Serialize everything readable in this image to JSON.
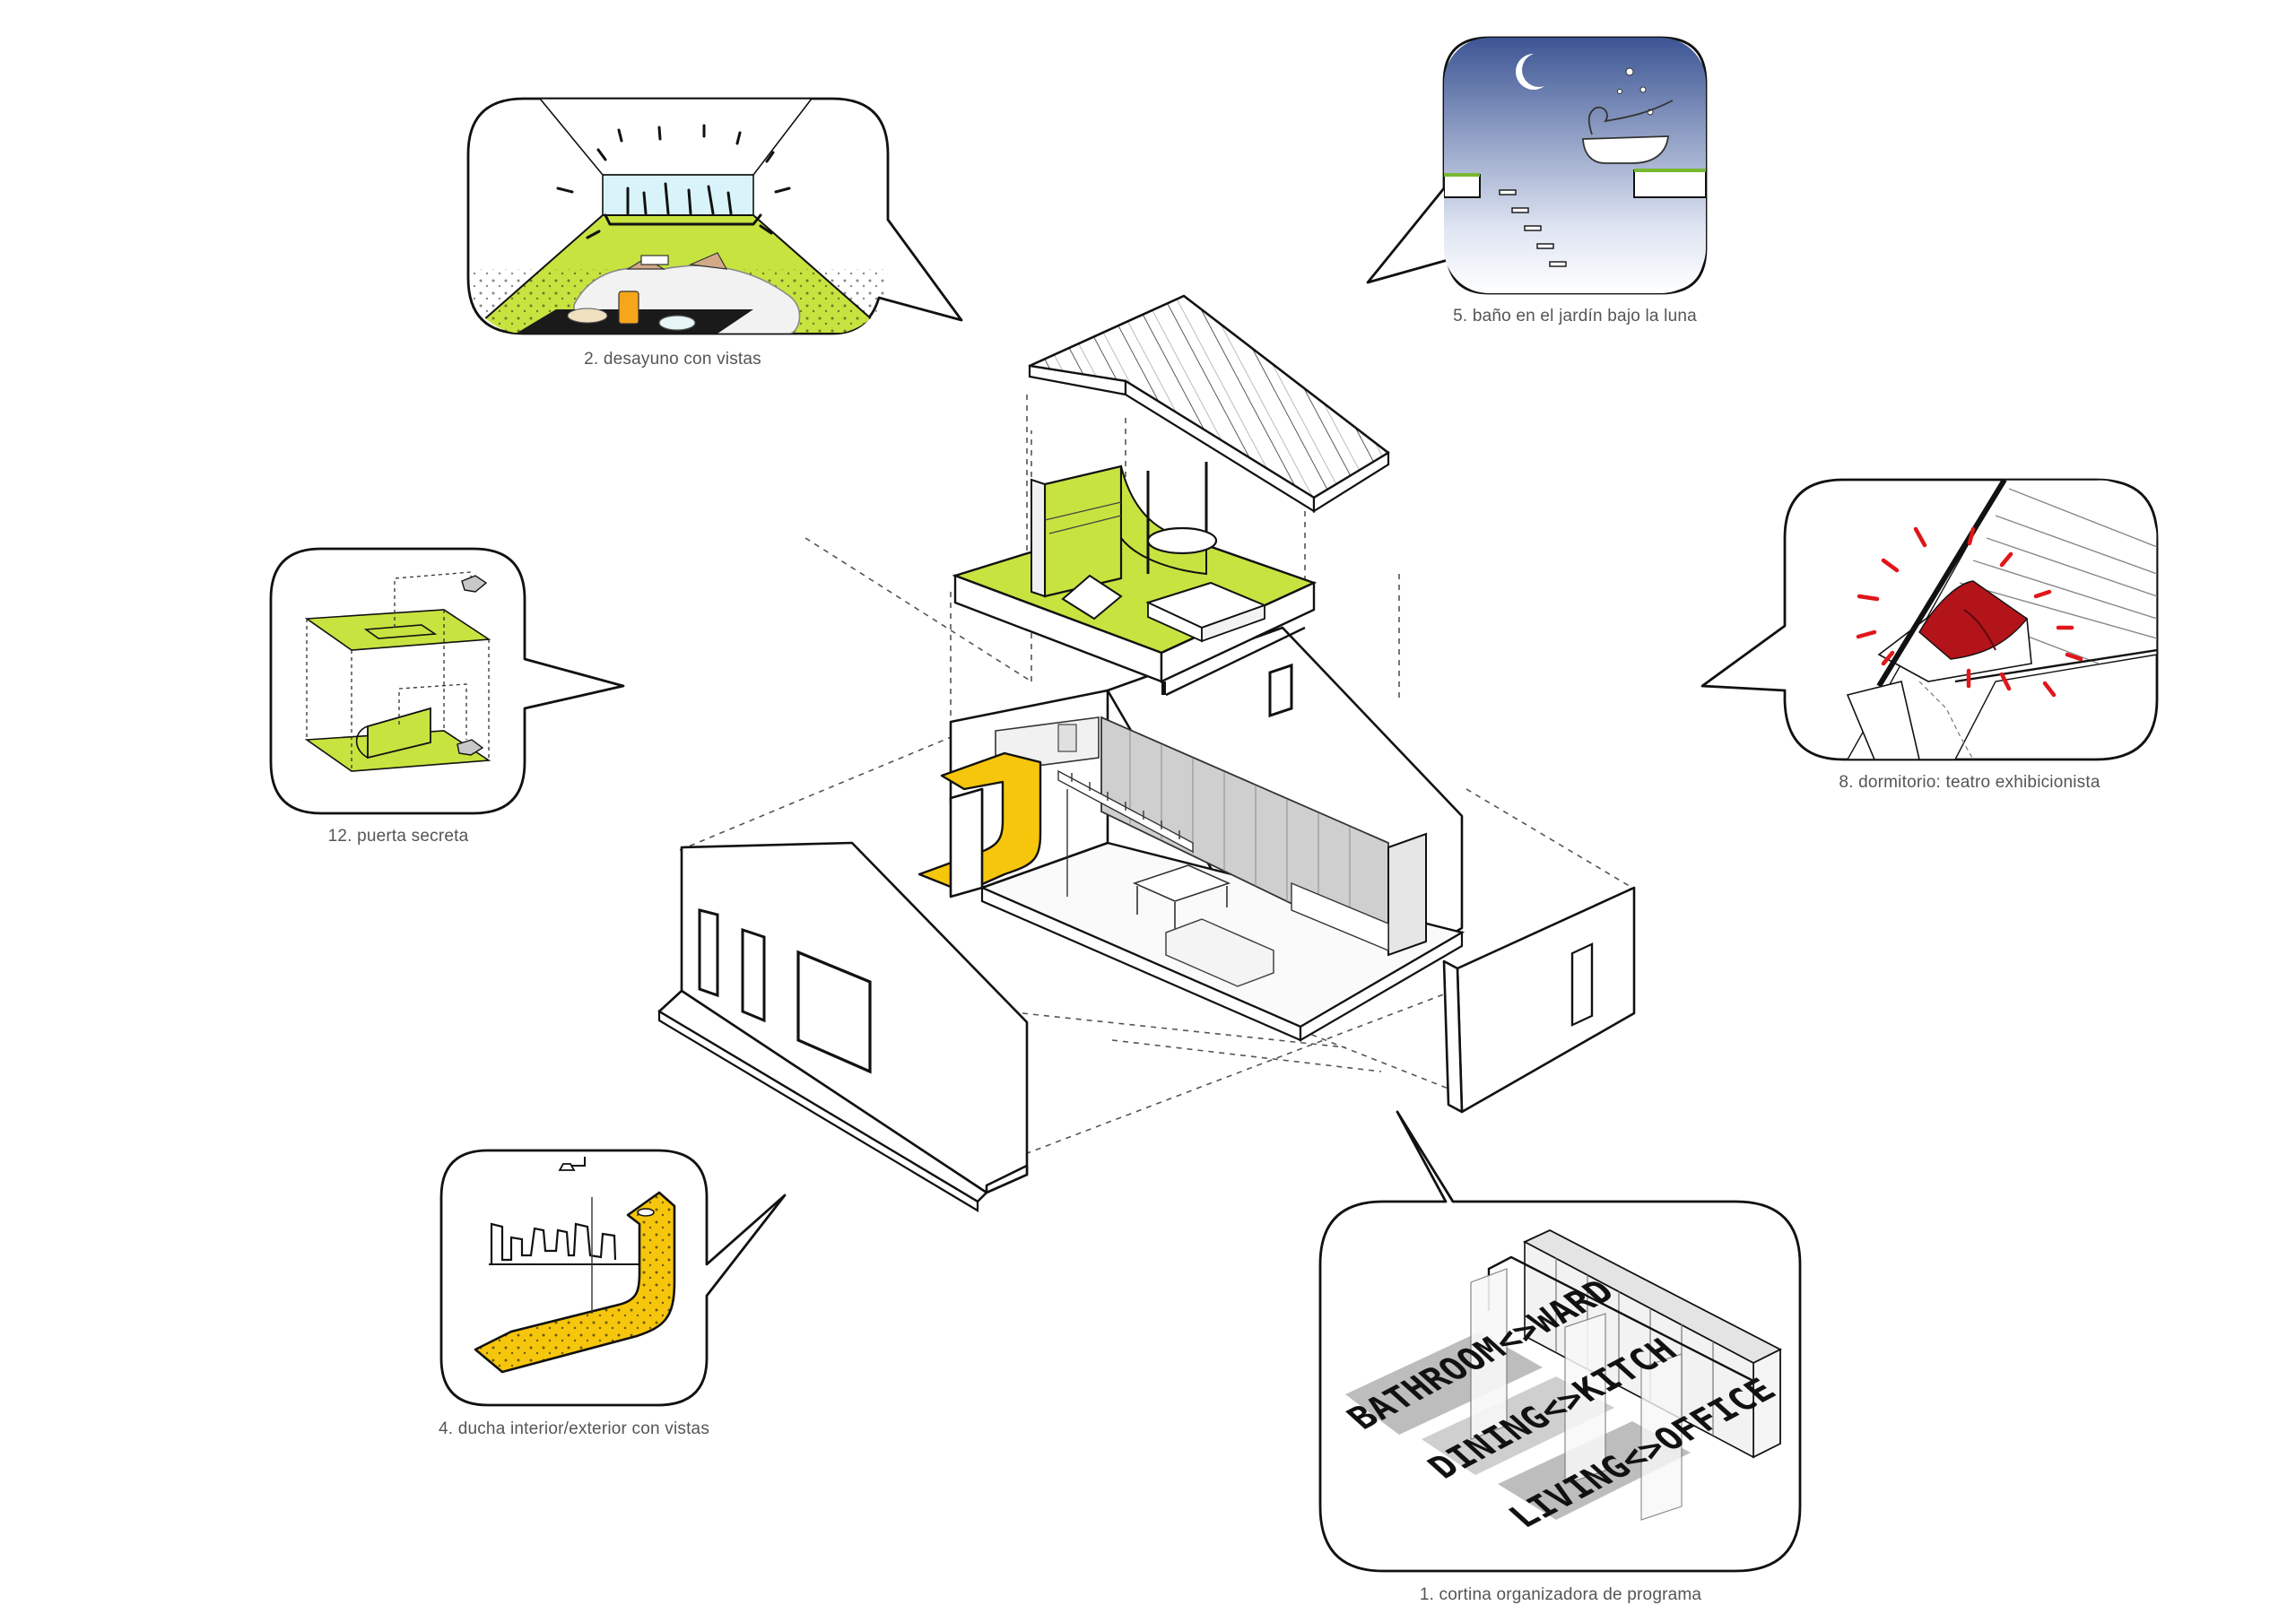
{
  "colors": {
    "green": "#c7e340",
    "yellow": "#f6c60c",
    "curtain_red": "#b3141a",
    "dash_red": "#e0161a",
    "night_top": "#3c5594",
    "night_bottom": "#ffffff",
    "line": "#111111",
    "caption": "#555555"
  },
  "captions": {
    "c1": "1. cortina organizadora de programa",
    "c2": "2. desayuno con vistas",
    "c4": "4. ducha interior/exterior con vistas",
    "c5": "5. baño en el jardín bajo la luna",
    "c8": "8. dormitorio: teatro exhibicionista",
    "c12": "12. puerta secreta"
  },
  "curtain_lettering": {
    "row1": "BATHROOM<>WARD",
    "row2": "DINING<>KITCH",
    "row3": "LIVING<>OFFICE"
  },
  "icons": [
    "moon-icon",
    "shower-head-icon",
    "bathtub-icon",
    "door-icon",
    "curtain-icon",
    "tray-icon"
  ]
}
